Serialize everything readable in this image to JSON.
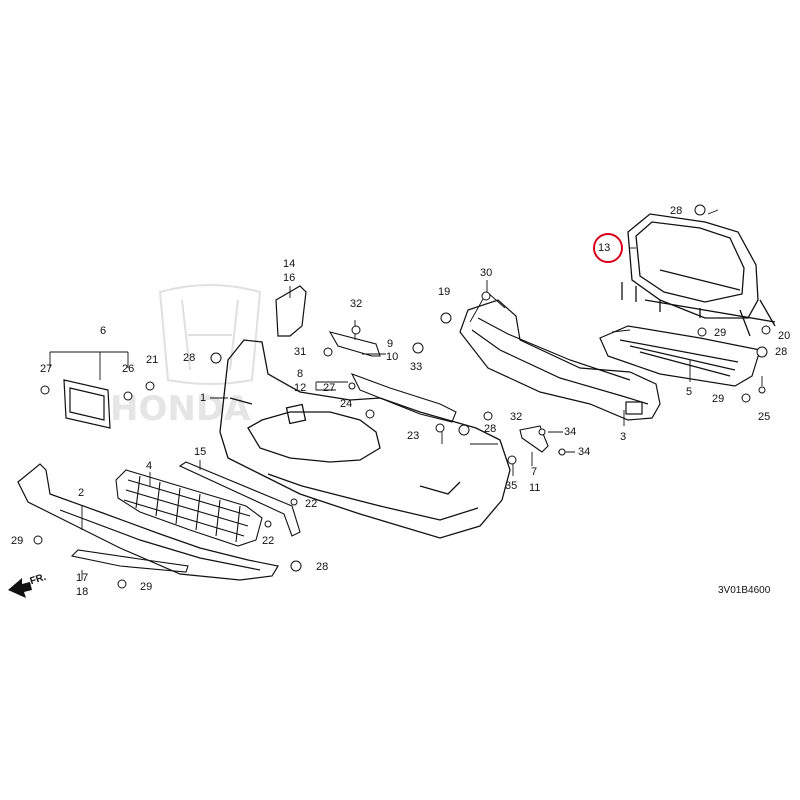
{
  "diagram": {
    "code": "3V01B4600",
    "front_label": "FR.",
    "highlight_color": "#d6001c",
    "highlighted_part": "13",
    "callouts": [
      "1",
      "2",
      "3",
      "4",
      "5",
      "6",
      "7",
      "8",
      "9",
      "10",
      "11",
      "12",
      "13",
      "14",
      "15",
      "16",
      "17",
      "18",
      "19",
      "20",
      "21",
      "22",
      "23",
      "24",
      "25",
      "26",
      "27",
      "28",
      "29",
      "30",
      "31",
      "32",
      "33",
      "34",
      "35"
    ]
  }
}
